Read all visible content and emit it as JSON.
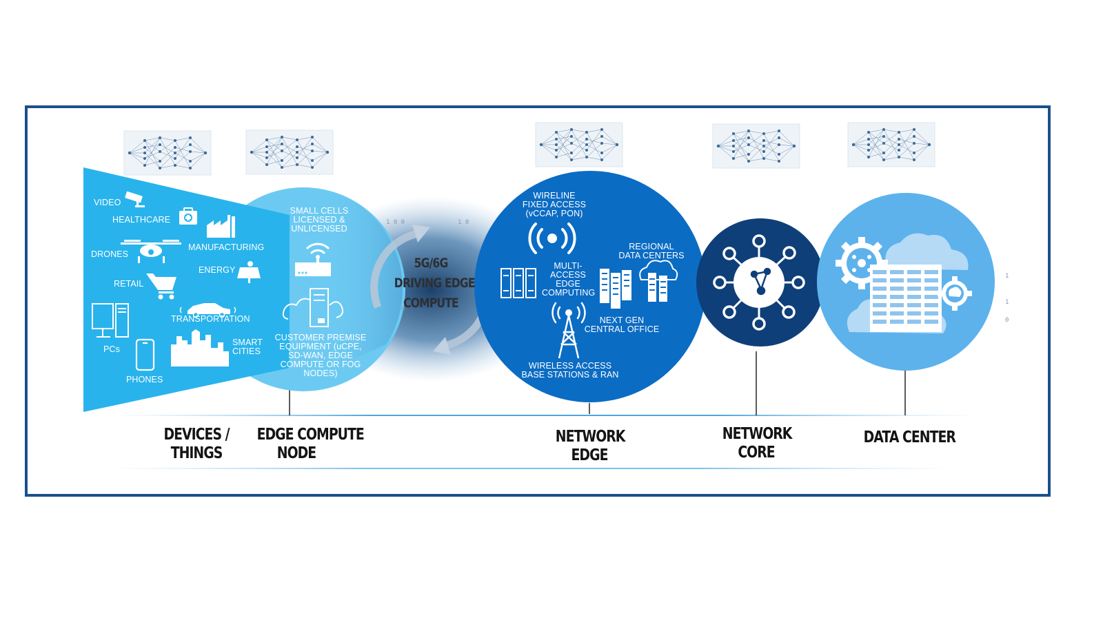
{
  "devices": {
    "video": "VIDEO",
    "healthcare": "HEALTHCARE",
    "drones": "DRONES",
    "manufacturing": "MANUFACTURING",
    "energy": "ENERGY",
    "retail": "RETAIL",
    "transportation": "TRANSPORTATION",
    "pcs": "PCs",
    "smart_cities": "SMART\nCITIES",
    "phones": "PHONES"
  },
  "edge_node": {
    "small_cells": "SMALL CELLS\nLICENSED &\nUNLICENSED",
    "cpe": "CUSTOMER PREMISE\nEQUIPMENT (uCPE,\nSD-WAN, EDGE\nCOMPUTE OR FOG\nNODES)"
  },
  "center": {
    "text": "5G/6G\nDRIVING EDGE\nCOMPUTE"
  },
  "network_edge": {
    "wireline": "WIRELINE\nFIXED ACCESS\n(vCCAP, PON)",
    "mec": "MULTI-\nACCESS\nEDGE\nCOMPUTING",
    "regional": "REGIONAL\nDATA CENTERS",
    "central_office": "NEXT GEN\nCENTRAL OFFICE",
    "wireless": "WIRELESS ACCESS\nBASE STATIONS & RAN"
  },
  "tiers": {
    "devices": "DEVICES /\nTHINGS",
    "edge_compute": "EDGE COMPUTE\nNODE",
    "network_edge": "NETWORK\nEDGE",
    "network_core": "NETWORK\nCORE",
    "data_center": "DATA CENTER"
  },
  "bits": {
    "a": "1 0 0",
    "b": "1 0",
    "c": "0",
    "d": "1",
    "e": "1",
    "f": "0"
  },
  "colors": {
    "frame": "#1b4f8c",
    "devices": "#29b3ec",
    "edge_node": "#6ccaf2",
    "network_edge": "#0b6cc4",
    "network_core": "#0f3f78",
    "data_center": "#5db2ec"
  },
  "icons": [
    "neural-network-icon",
    "camera-icon",
    "first-aid-icon",
    "factory-icon",
    "drone-icon",
    "solar-panel-icon",
    "shopping-cart-icon",
    "car-icon",
    "desktop-pc-icon",
    "phone-icon",
    "city-icon",
    "wifi-router-icon",
    "cloud-server-icon",
    "broadcast-icon",
    "server-rack-icon",
    "cloud-datacenter-icon",
    "cell-tower-icon",
    "network-hub-icon",
    "gear-icon",
    "cloud-icon",
    "brain-gear-icon"
  ]
}
